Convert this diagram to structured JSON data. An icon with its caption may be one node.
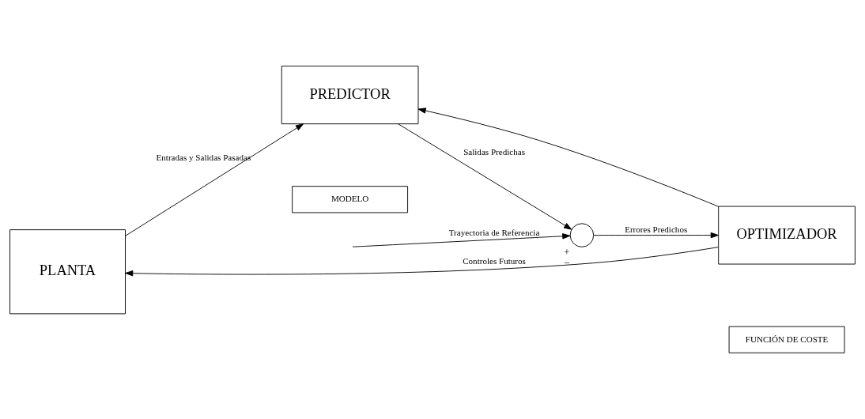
{
  "diagram": {
    "nodes": [
      {
        "text": [
          "PLANTA"
        ]
      },
      {
        "text": [
          "PREDICTOR"
        ]
      },
      {
        "text": [
          "MODELO"
        ]
      },
      {
        "text": [],
        "shape": "circle",
        "beside": [
          "+",
          "−"
        ]
      },
      {
        "text": [
          "OPTIMIZADOR"
        ]
      },
      {
        "text": [
          "FUNCIÓN DE COSTE"
        ]
      }
    ],
    "edges": [
      {
        "from": 0,
        "to": 1,
        "arrow": "to",
        "label": "Entradas y Salidas Pasadas"
      },
      {
        "from": 1,
        "to": 3,
        "arrow": "to",
        "label": "Salidas Predichas"
      },
      {
        "from": null,
        "to": 3,
        "arrow": "to",
        "label": "Trayectoria de Referencia"
      },
      {
        "from": 3,
        "to": 4,
        "arrow": "to",
        "label": "Errores Predichos"
      },
      {
        "from": 4,
        "to": 0,
        "arrow": "to",
        "label": "Controles Futuros"
      },
      {
        "from": 4,
        "to": 1,
        "arrow": "to"
      }
    ]
  }
}
